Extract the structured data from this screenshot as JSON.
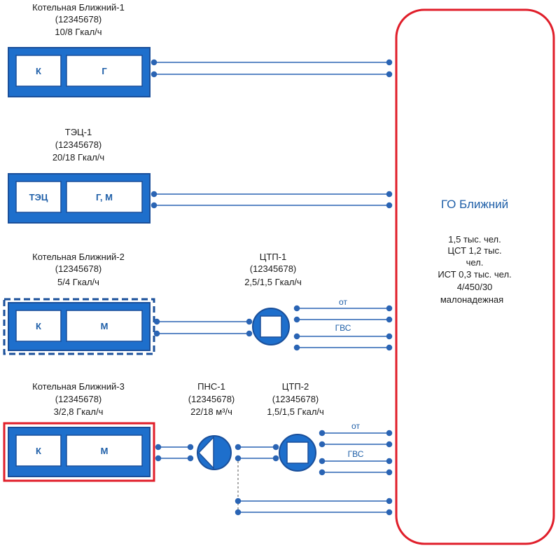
{
  "colors": {
    "blue_fill": "#1e6fcc",
    "blue_dark": "#1a4f9a",
    "inner_white": "#ffffff",
    "accent_red": "#e01e2a",
    "line_blue": "#2a64b4"
  },
  "sources": [
    {
      "title": "Котельная Ближний-1",
      "code": "(12345678)",
      "capacity": "10/8 Гкал/ч",
      "left": "К",
      "right": "Г"
    },
    {
      "title": "ТЭЦ-1",
      "code": "(12345678)",
      "capacity": "20/18 Гкал/ч",
      "left": "ТЭЦ",
      "right": "Г, М"
    },
    {
      "title": "Котельная Ближний-2",
      "code": "(12345678)",
      "capacity": "5/4 Гкал/ч",
      "left": "К",
      "right": "М"
    },
    {
      "title": "Котельная Ближний-3",
      "code": "(12345678)",
      "capacity": "3/2,8 Гкал/ч",
      "left": "К",
      "right": "М"
    }
  ],
  "ctp1": {
    "title": "ЦТП-1",
    "code": "(12345678)",
    "capacity": "2,5/1,5 Гкал/ч"
  },
  "pns1": {
    "title": "ПНС-1",
    "code": "(12345678)",
    "capacity": "22/18 м³/ч"
  },
  "ctp2": {
    "title": "ЦТП-2",
    "code": "(12345678)",
    "capacity": "1,5/1,5 Гкал/ч"
  },
  "pipes": {
    "ot": "от",
    "gvs": "ГВС"
  },
  "consumer": {
    "title": "ГО Ближний",
    "lines": [
      "1,5 тыс. чел.",
      "ЦСТ 1,2 тыс.",
      "чел.",
      "ИСТ 0,3 тыс. чел.",
      "4/450/30",
      "малонадежная"
    ]
  }
}
